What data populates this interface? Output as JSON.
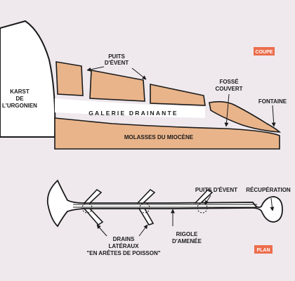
{
  "coupe": {
    "badge": "COUPE",
    "karst": [
      "KARST",
      "DE",
      "L'URGONIEN"
    ],
    "puits_devent": [
      "PUITS",
      "D'ÉVENT"
    ],
    "fosse_couvert": [
      "FOSSÉ",
      "COUVERT"
    ],
    "fontaine": "FONTAINE",
    "galerie": "GALERIE DRAINANTE",
    "molasses": "MOLASSES DU MIOCÈNE"
  },
  "plan": {
    "badge": "PLAN",
    "puits_devent": "PUITS D'ÉVENT",
    "recuperation": "RÉCUPÉRATION",
    "rigole": [
      "RIGOLE",
      "D'AMENÉE"
    ],
    "drains": [
      "DRAINS",
      "LATÉRAUX",
      "\"EN ARÊTES DE POISSON\""
    ]
  },
  "colors": {
    "background": "#efe9ee",
    "sediment": "#e9b48a",
    "badge": "#ec6d4c",
    "outline": "#1a1a1a"
  }
}
